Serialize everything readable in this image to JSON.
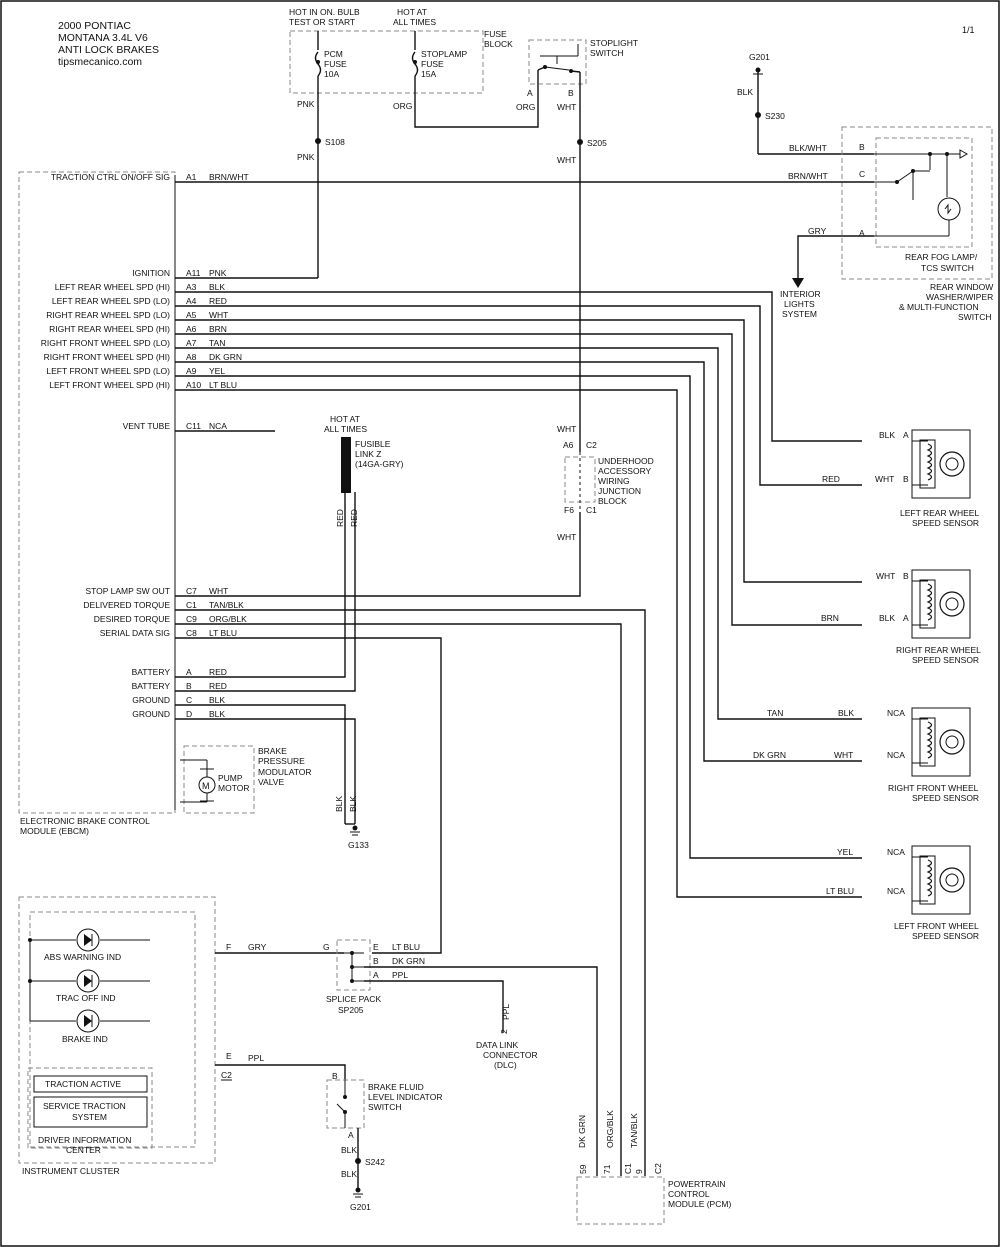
{
  "header": {
    "line1": "2000 PONTIAC",
    "line2": "MONTANA 3.4L V6",
    "line3": "ANTI LOCK BRAKES",
    "site": "tipsmecanico.com",
    "page": "1/1"
  },
  "fuse": {
    "hot_run_1": "HOT IN ON. BULB",
    "hot_run_2": "TEST OR START",
    "hot_always_1": "HOT AT",
    "hot_always_2": "ALL TIMES",
    "block_1": "FUSE",
    "block_2": "BLOCK",
    "pcm_1": "PCM",
    "pcm_2": "FUSE",
    "pcm_3": "10A",
    "stop_1": "STOPLAMP",
    "stop_2": "FUSE",
    "stop_3": "15A"
  },
  "stoplight": {
    "line1": "STOPLIGHT",
    "line2": "SWITCH",
    "pin_a": "A",
    "pin_b": "B"
  },
  "splices": {
    "s108": "S108",
    "s205": "S205",
    "s230": "S230",
    "s242": "S242"
  },
  "grounds": {
    "g201_top": "G201",
    "g133": "G133",
    "g201_bottom": "G201"
  },
  "colors": {
    "pnk": "PNK",
    "org": "ORG",
    "wht": "WHT",
    "blk": "BLK",
    "blk_wht": "BLK/WHT",
    "brn_wht": "BRN/WHT",
    "gry": "GRY",
    "red": "RED",
    "brn": "BRN",
    "tan": "TAN",
    "dk_grn": "DK GRN",
    "yel": "YEL",
    "lt_blu": "LT BLU",
    "nca": "NCA",
    "tan_blk": "TAN/BLK",
    "org_blk": "ORG/BLK",
    "ppl": "PPL"
  },
  "ebcm": {
    "label_1": "ELECTRONIC BRAKE CONTROL",
    "label_2": "MODULE (EBCM)",
    "pins": [
      {
        "label": "TRACTION CTRL ON/OFF SIG",
        "pin": "A1",
        "color": "BRN/WHT"
      },
      {
        "label": "IGNITION",
        "pin": "A11",
        "color": "PNK"
      },
      {
        "label": "LEFT REAR WHEEL SPD (HI)",
        "pin": "A3",
        "color": "BLK"
      },
      {
        "label": "LEFT REAR WHEEL SPD (LO)",
        "pin": "A4",
        "color": "RED"
      },
      {
        "label": "RIGHT REAR WHEEL SPD (LO)",
        "pin": "A5",
        "color": "WHT"
      },
      {
        "label": "RIGHT REAR WHEEL SPD (HI)",
        "pin": "A6",
        "color": "BRN"
      },
      {
        "label": "RIGHT FRONT WHEEL SPD (LO)",
        "pin": "A7",
        "color": "TAN"
      },
      {
        "label": "RIGHT FRONT WHEEL SPD (HI)",
        "pin": "A8",
        "color": "DK GRN"
      },
      {
        "label": "LEFT FRONT WHEEL SPD (LO)",
        "pin": "A9",
        "color": "YEL"
      },
      {
        "label": "LEFT FRONT WHEEL SPD (HI)",
        "pin": "A10",
        "color": "LT BLU"
      },
      {
        "label": "VENT TUBE",
        "pin": "C11",
        "color": "NCA"
      },
      {
        "label": "STOP LAMP SW OUT",
        "pin": "C7",
        "color": "WHT"
      },
      {
        "label": "DELIVERED TORQUE",
        "pin": "C1",
        "color": "TAN/BLK"
      },
      {
        "label": "DESIRED TORQUE",
        "pin": "C9",
        "color": "ORG/BLK"
      },
      {
        "label": "SERIAL DATA SIG",
        "pin": "C8",
        "color": "LT BLU"
      },
      {
        "label": "BATTERY",
        "pin": "A",
        "color": "RED"
      },
      {
        "label": "BATTERY",
        "pin": "B",
        "color": "RED"
      },
      {
        "label": "GROUND",
        "pin": "C",
        "color": "BLK"
      },
      {
        "label": "GROUND",
        "pin": "D",
        "color": "BLK"
      }
    ],
    "bpmv_1": "BRAKE",
    "bpmv_2": "PRESSURE",
    "bpmv_3": "MODULATOR",
    "bpmv_4": "VALVE",
    "pump_1": "PUMP",
    "pump_2": "MOTOR",
    "motor_symbol": "M"
  },
  "fusible": {
    "hot_1": "HOT AT",
    "hot_2": "ALL TIMES",
    "name_1": "FUSIBLE",
    "name_2": "LINK Z",
    "name_3": "(14GA-GRY)"
  },
  "junction": {
    "line1": "UNDERHOOD",
    "line2": "ACCESSORY",
    "line3": "WIRING",
    "line4": "JUNCTION",
    "line5": "BLOCK",
    "pin_a6": "A6",
    "conn_c2": "C2",
    "pin_f6": "F6",
    "conn_c1": "C1"
  },
  "fog": {
    "line1": "REAR FOG LAMP/",
    "line2": "TCS SWITCH",
    "line3": "REAR WINDOW",
    "line4": "WASHER/WIPER",
    "line5": "& MULTI-FUNCTION",
    "line6": "SWITCH",
    "pin_a": "A",
    "pin_b": "B",
    "pin_c": "C"
  },
  "interior": {
    "line1": "INTERIOR",
    "line2": "LIGHTS",
    "line3": "SYSTEM"
  },
  "sensors": {
    "lr_1": "LEFT REAR WHEEL",
    "lr_2": "SPEED SENSOR",
    "rr_1": "RIGHT REAR WHEEL",
    "rr_2": "SPEED SENSOR",
    "rf_1": "RIGHT FRONT WHEEL",
    "rf_2": "SPEED SENSOR",
    "lf_1": "LEFT FRONT WHEEL",
    "lf_2": "SPEED SENSOR",
    "pin_a": "A",
    "pin_b": "B"
  },
  "cluster": {
    "abs": "ABS WARNING IND",
    "trac_off": "TRAC OFF IND",
    "brake": "BRAKE IND",
    "traction_active": "TRACTION ACTIVE",
    "service_1": "SERVICE TRACTION",
    "service_2": "SYSTEM",
    "dic_1": "DRIVER INFORMATION",
    "dic_2": "CENTER",
    "name": "INSTRUMENT CLUSTER",
    "pin_f": "F",
    "pin_e": "E",
    "conn_c2": "C2"
  },
  "splice_pack": {
    "line1": "SPLICE PACK",
    "line2": "SP205",
    "pin_g": "G",
    "pin_e": "E",
    "pin_b": "B",
    "pin_a": "A"
  },
  "dlc": {
    "line1": "DATA LINK",
    "line2": "CONNECTOR",
    "line3": "(DLC)",
    "pin": "2"
  },
  "brake_fluid": {
    "line1": "BRAKE FLUID",
    "line2": "LEVEL INDICATOR",
    "line3": "SWITCH",
    "pin_b": "B",
    "pin_a": "A"
  },
  "pcm": {
    "line1": "POWERTRAIN",
    "line2": "CONTROL",
    "line3": "MODULE (PCM)",
    "pin_59": "59",
    "pin_71": "71",
    "conn_c1": "C1",
    "pin_9": "9",
    "conn_c2": "C2"
  }
}
